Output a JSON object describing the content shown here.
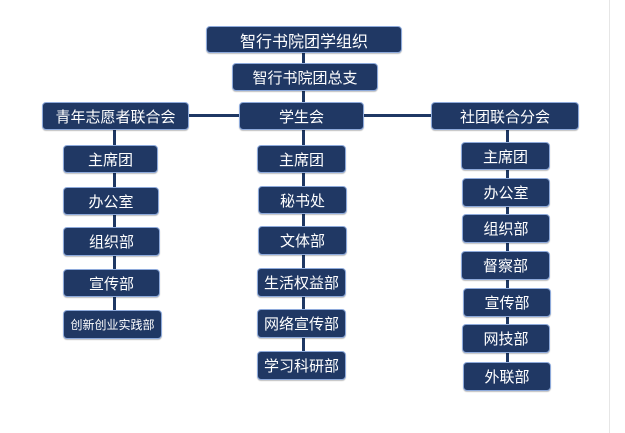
{
  "root": "智行书院团学组织",
  "branch": "智行书院团总支",
  "groups": [
    {
      "title": "青年志愿者联合会",
      "items": [
        "主席团",
        "办公室",
        "组织部",
        "宣传部",
        "创新创业实践部"
      ]
    },
    {
      "title": "学生会",
      "items": [
        "主席团",
        "秘书处",
        "文体部",
        "生活权益部",
        "网络宣传部",
        "学习科研部"
      ]
    },
    {
      "title": "社团联合分会",
      "items": [
        "主席团",
        "办公室",
        "组织部",
        "督察部",
        "宣传部",
        "网技部",
        "外联部"
      ]
    }
  ],
  "colors": {
    "box": "#203864",
    "border": "#8eaadb",
    "line": "#1f3864"
  }
}
